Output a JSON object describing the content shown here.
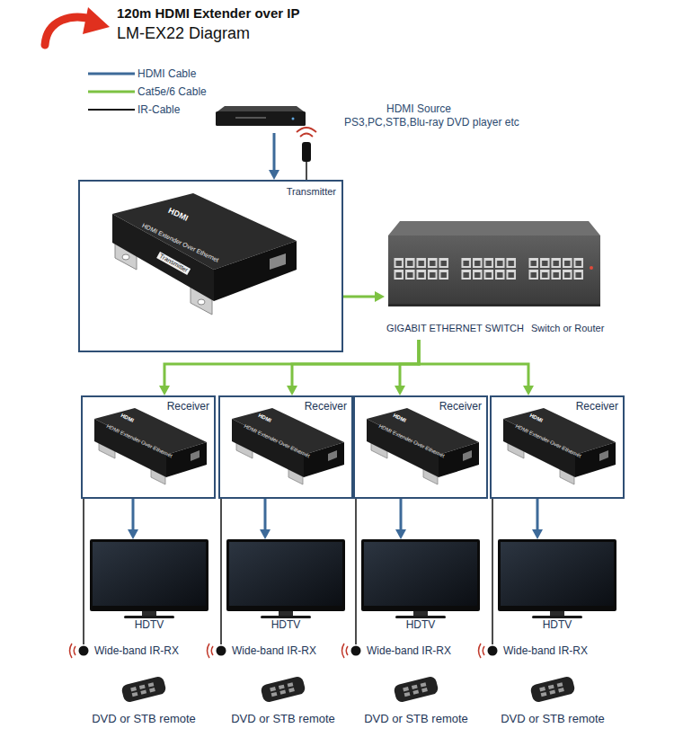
{
  "diagram": {
    "title": "120m HDMI Extender over IP",
    "nodes": [
      {
        "text": [
          "HDMI Source",
          "PS3,PC,STB,Blu-ray DVD player etc"
        ]
      },
      {
        "text": [
          "Transmitter"
        ]
      },
      {
        "text": [
          "GIGABIT ETHERNET SWITCH",
          "Switch or Router"
        ]
      },
      {
        "text": [
          "Receiver"
        ]
      },
      {
        "text": [
          "Receiver"
        ]
      },
      {
        "text": [
          "Receiver"
        ]
      },
      {
        "text": [
          "Receiver"
        ]
      },
      {
        "text": [
          "HDTV"
        ]
      },
      {
        "text": [
          "HDTV"
        ]
      },
      {
        "text": [
          "HDTV"
        ]
      },
      {
        "text": [
          "HDTV"
        ]
      },
      {
        "text": [
          "Wide-band IR-RX"
        ]
      },
      {
        "text": [
          "Wide-band IR-RX"
        ]
      },
      {
        "text": [
          "Wide-band IR-RX"
        ]
      },
      {
        "text": [
          "Wide-band IR-RX"
        ]
      }
    ],
    "edges": [
      {
        "from": 0,
        "to": 1,
        "arrow": "to"
      },
      {
        "from": 1,
        "to": 2,
        "arrow": "to"
      },
      {
        "from": 2,
        "to": 3,
        "arrow": "to"
      },
      {
        "from": 2,
        "to": 4,
        "arrow": "to"
      },
      {
        "from": 2,
        "to": 5,
        "arrow": "to"
      },
      {
        "from": 2,
        "to": 6,
        "arrow": "to"
      },
      {
        "from": 3,
        "to": 7,
        "arrow": "to"
      },
      {
        "from": 4,
        "to": 8,
        "arrow": "to"
      },
      {
        "from": 5,
        "to": 9,
        "arrow": "to"
      },
      {
        "from": 6,
        "to": 10,
        "arrow": "to"
      },
      {
        "from": 3,
        "to": 11,
        "arrow": "none"
      },
      {
        "from": 4,
        "to": 12,
        "arrow": "none"
      },
      {
        "from": 5,
        "to": 13,
        "arrow": "none"
      },
      {
        "from": 6,
        "to": 14,
        "arrow": "none"
      }
    ],
    "labels": [
      "LM-EX22 Diagram",
      "HDMI",
      "HDMI Extender Over Ethernet",
      "Transmitter",
      "HDMI",
      "HDMI Extender Over Ethernet",
      "HDMI",
      "HDMI Extender Over Ethernet",
      "HDMI",
      "HDMI Extender Over Ethernet",
      "HDMI",
      "HDMI Extender Over Ethernet",
      "DVD or STB remote",
      "DVD or STB remote",
      "DVD or STB remote",
      "DVD or STB remote"
    ],
    "legend": [
      {
        "text": "HDMI Cable"
      },
      {
        "text": "Cat5e/6 Cable"
      },
      {
        "text": "IR-Cable"
      }
    ]
  }
}
